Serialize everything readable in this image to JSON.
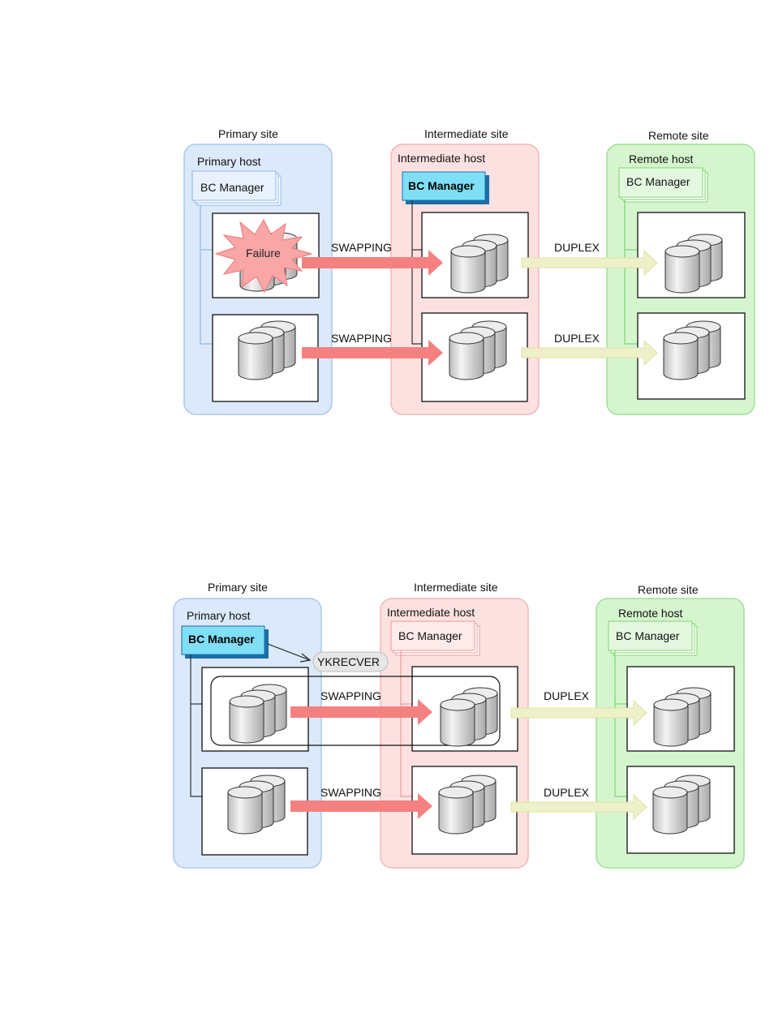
{
  "colors": {
    "primary_site_fill": "#dbe9fb",
    "primary_site_stroke": "#a9c8f0",
    "intermediate_site_fill": "#fde1e1",
    "intermediate_site_stroke": "#f3b5b5",
    "remote_site_fill": "#d5f5cf",
    "remote_site_stroke": "#9fe095",
    "active_manager_fill": "#7fdff6",
    "active_manager_stroke": "#1b6fa8",
    "swap_arrow": "#f48080",
    "duplex_arrow": "#eef0c8",
    "failure_fill": "#f9a6a6"
  },
  "diagram1": {
    "primary_site": "Primary site",
    "intermediate_site": "Intermediate site",
    "remote_site": "Remote site",
    "primary_host": "Primary host",
    "intermediate_host": "Intermediate host",
    "remote_host": "Remote host",
    "primary_manager": "BC Manager",
    "intermediate_manager": "BC Manager",
    "remote_manager": "BC Manager",
    "failure": "Failure",
    "swap_top": "SWAPPING",
    "swap_bottom": "SWAPPING",
    "duplex_top": "DUPLEX",
    "duplex_bottom": "DUPLEX"
  },
  "diagram2": {
    "primary_site": "Primary site",
    "intermediate_site": "Intermediate site",
    "remote_site": "Remote site",
    "primary_host": "Primary host",
    "intermediate_host": "Intermediate host",
    "remote_host": "Remote host",
    "primary_manager": "BC Manager",
    "intermediate_manager": "BC Manager",
    "remote_manager": "BC Manager",
    "command": "YKRECVER",
    "swap_top": "SWAPPING",
    "swap_bottom": "SWAPPING",
    "duplex_top": "DUPLEX",
    "duplex_bottom": "DUPLEX"
  }
}
